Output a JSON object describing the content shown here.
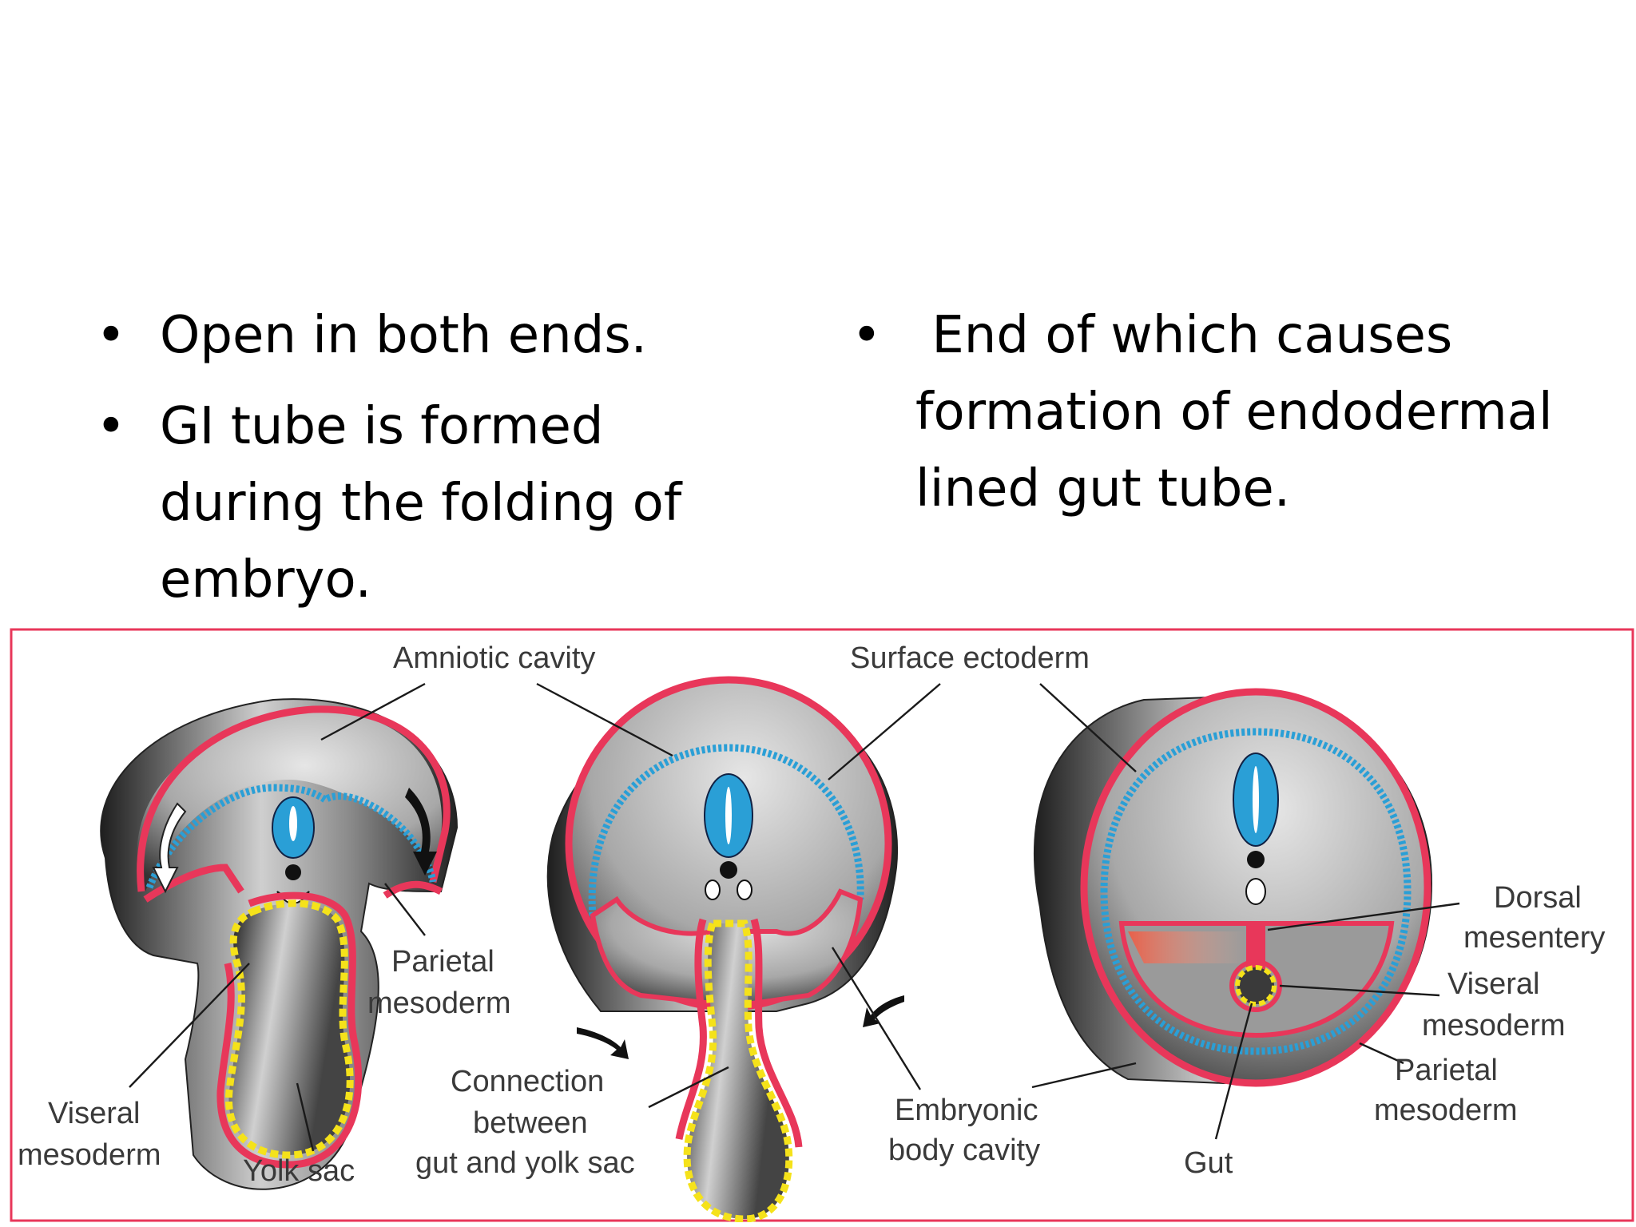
{
  "bullets": {
    "left": [
      "Open in both ends.",
      "GI tube is formed during the folding of embryo."
    ],
    "right": [
      " End of which causes formation of endodermal lined gut tube."
    ]
  },
  "figure": {
    "labels": {
      "amniotic_cavity": "Amniotic cavity",
      "surface_ectoderm": "Surface ectoderm",
      "parietal_mesoderm_1a": "Parietal",
      "parietal_mesoderm_1b": "mesoderm",
      "viseral_mesoderm_1a": "Viseral",
      "viseral_mesoderm_1b": "mesoderm",
      "yolk_sac": "Yolk sac",
      "connection_a": "Connection",
      "connection_b": "between",
      "connection_c": "gut and yolk sac",
      "embryonic_a": "Embryonic",
      "embryonic_b": "body cavity",
      "gut": "Gut",
      "dorsal_a": "Dorsal",
      "dorsal_b": "mesentery",
      "viseral_mesoderm_3a": "Viseral",
      "viseral_mesoderm_3b": "mesoderm",
      "parietal_mesoderm_3a": "Parietal",
      "parietal_mesoderm_3b": "mesoderm"
    },
    "colors": {
      "frame": "#e8375a",
      "mesoderm": "#e8375a",
      "ectoderm": "#2a9fd6",
      "endoderm": "#f5e21a"
    }
  }
}
